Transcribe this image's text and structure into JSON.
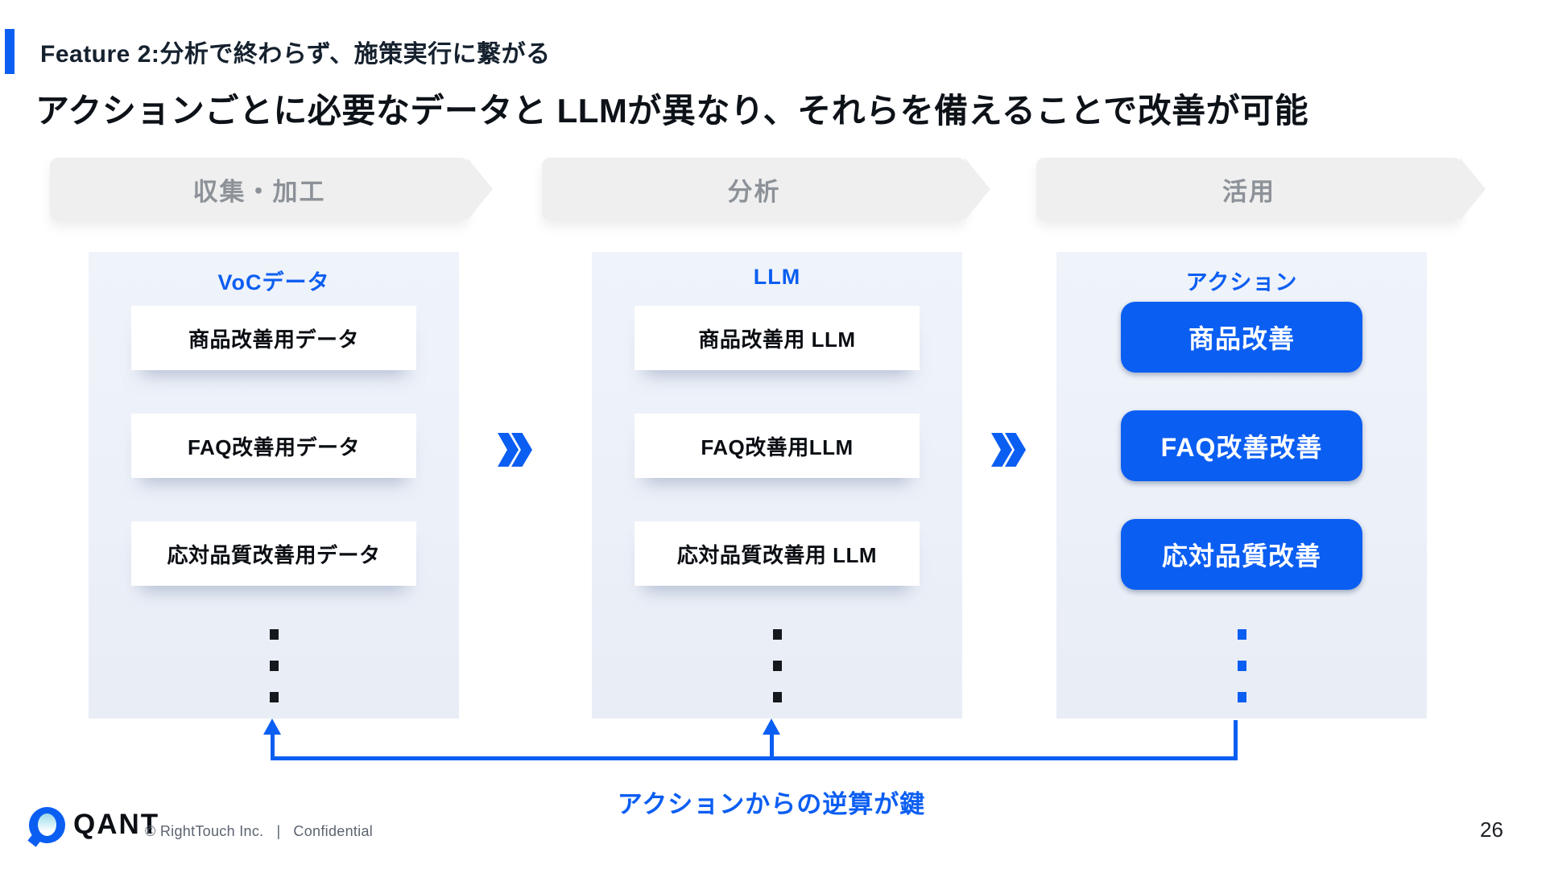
{
  "header": {
    "feature_label": "Feature 2:分析で終わらず、施策実行に繋がる",
    "title": "アクションごとに必要なデータと LLMが異なり、それらを備えることで改善が可能"
  },
  "process_steps": [
    {
      "label": "収集・加工"
    },
    {
      "label": "分析"
    },
    {
      "label": "活用"
    }
  ],
  "columns": [
    {
      "header": "VoCデータ",
      "items": [
        "商品改善用データ",
        "FAQ改善用データ",
        "応対品質改善用データ"
      ]
    },
    {
      "header": "LLM",
      "items": [
        "商品改善用 LLM",
        "FAQ改善用LLM",
        "応対品質改善用 LLM"
      ]
    },
    {
      "header": "アクション",
      "items": [
        "商品改善",
        "FAQ改善改善",
        "応対品質改善"
      ]
    }
  ],
  "connector_caption": "アクションからの逆算が鍵",
  "footer": {
    "logo_text": "QANT",
    "copyright": "© RightTouch Inc.",
    "divider": "|",
    "confidential": "Confidential",
    "page_number": "26"
  },
  "colors": {
    "blue": "#0b5ef2",
    "panel": "#edf1f8",
    "banner": "#efefef",
    "banner-text": "#8d9299"
  }
}
